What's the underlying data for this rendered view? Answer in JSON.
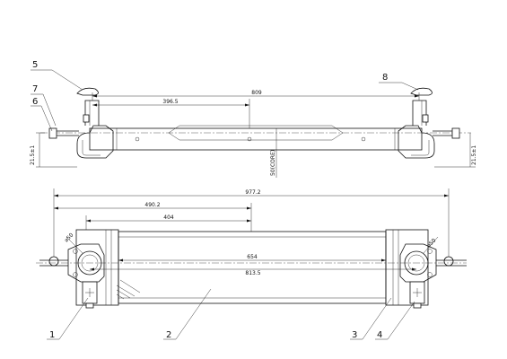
{
  "drawing": {
    "top_view": {
      "dimensions": {
        "overall_bracket": "809",
        "left_to_center": "396.5",
        "core_height": "50(CORE)",
        "left_height": "21.5±1",
        "right_height": "21.5±1"
      }
    },
    "front_view": {
      "dimensions": {
        "overall_length": "977.2",
        "left_to_mid": "490.2",
        "tank_to_mid": "404",
        "core_width": "654",
        "tank_span": "813.5",
        "left_port_dia": "⌀50",
        "right_port_dia": "⌀50"
      }
    },
    "callouts": [
      "1",
      "2",
      "3",
      "4",
      "5",
      "6",
      "7",
      "8"
    ]
  }
}
